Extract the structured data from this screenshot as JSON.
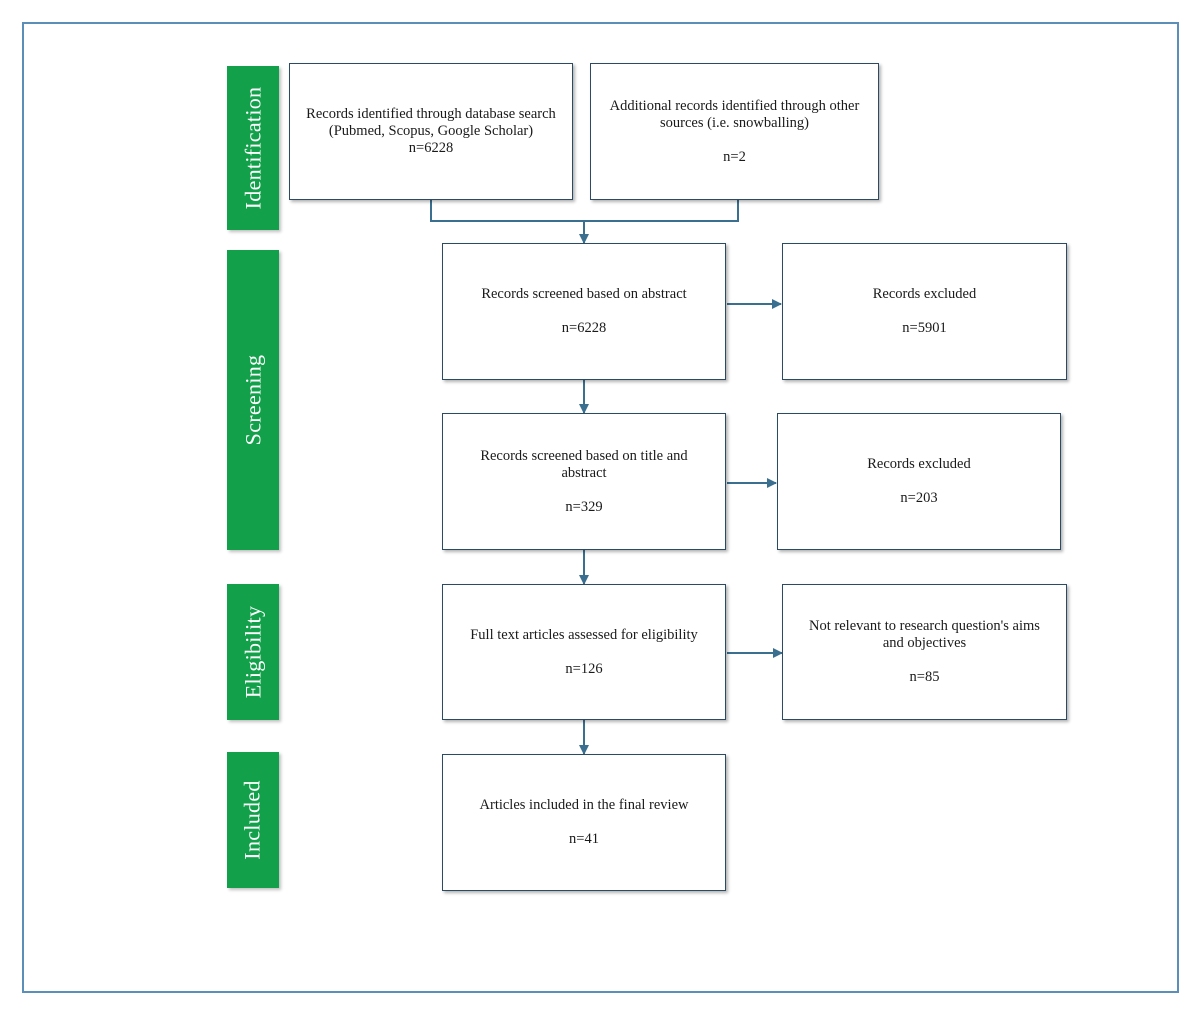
{
  "stages": {
    "identification": "Identification",
    "screening": "Screening",
    "eligibility": "Eligibility",
    "included": "Included"
  },
  "boxes": {
    "database_search": {
      "line1": "Records identified through database search",
      "line2": "(Pubmed,  Scopus, Google Scholar)",
      "count": "n=6228"
    },
    "other_sources": {
      "line1": "Additional records identified through other",
      "line2": "sources (i.e. snowballing)",
      "count": "n=2"
    },
    "screened_abstract": {
      "text": "Records screened based on abstract",
      "count": "n=6228"
    },
    "excluded_1": {
      "text": "Records excluded",
      "count": "n=5901"
    },
    "screened_title_abstract": {
      "line1": "Records screened based on title and",
      "line2": "abstract",
      "count": "n=329"
    },
    "excluded_2": {
      "text": "Records excluded",
      "count": "n=203"
    },
    "full_text": {
      "text": "Full text articles assessed for eligibility",
      "count": "n=126"
    },
    "not_relevant": {
      "line1": "Not relevant to research question's aims",
      "line2": "and objectives",
      "count": "n=85"
    },
    "included": {
      "text": "Articles included in the final review",
      "count": "n=41"
    }
  },
  "colors": {
    "stage_green": "#12a14a",
    "frame_blue": "#5b8fb8",
    "connector": "#3a6f8f",
    "box_border": "#2c4a63"
  }
}
